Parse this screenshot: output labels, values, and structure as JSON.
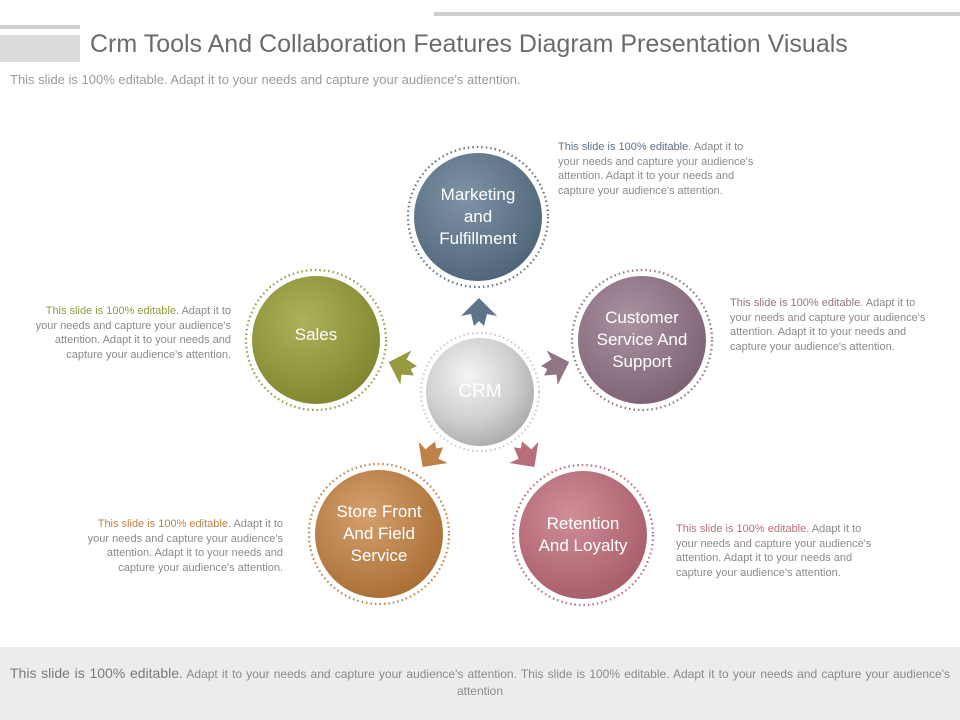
{
  "header": {
    "title": "Crm Tools And Collaboration Features Diagram Presentation Visuals",
    "subtitle": "This slide is 100% editable. Adapt it to your needs and capture your audience's attention."
  },
  "diagram": {
    "center": {
      "label": "CRM"
    },
    "nodes": [
      {
        "id": "marketing",
        "label_lines": [
          "Marketing",
          "and",
          "Fulfillment"
        ],
        "color": "#5e7489",
        "desc_highlight": "This slide is 100% editable.",
        "desc_rest": " Adapt it to your needs and capture your audience's attention. Adapt it to your needs and capture your audience's attention."
      },
      {
        "id": "customer-service",
        "label_lines": [
          "Customer",
          "Service And",
          "Support"
        ],
        "color": "#907585",
        "desc_highlight": "This slide is 100% editable.",
        "desc_rest": " Adapt it to your needs and capture your audience's attention. Adapt it to your needs and capture your audience's attention."
      },
      {
        "id": "retention",
        "label_lines": [
          "Retention",
          "And Loyalty"
        ],
        "color": "#b86f7b",
        "desc_highlight": "This slide is 100% editable.",
        "desc_rest": " Adapt it to your needs and capture your audience's attention. Adapt it to your needs and capture your audience's attention."
      },
      {
        "id": "store-front",
        "label_lines": [
          "Store Front",
          "And Field",
          "Service"
        ],
        "color": "#bd8248",
        "desc_highlight": "This slide is 100% editable.",
        "desc_rest": " Adapt it to your needs and capture your audience's attention. Adapt it to your needs and capture your audience's attention."
      },
      {
        "id": "sales",
        "label_lines": [
          "Sales"
        ],
        "color": "#959a3e",
        "desc_highlight": "This slide is 100% editable.",
        "desc_rest": " Adapt it to your needs and capture your audience's attention. Adapt it to your needs and capture your audience's attention."
      }
    ]
  },
  "footer": {
    "lead": "This slide is 100% editable.",
    "text": " Adapt it to your needs and capture your audience's attention. This slide is 100% editable. Adapt it to your needs and capture your audience's attention"
  }
}
